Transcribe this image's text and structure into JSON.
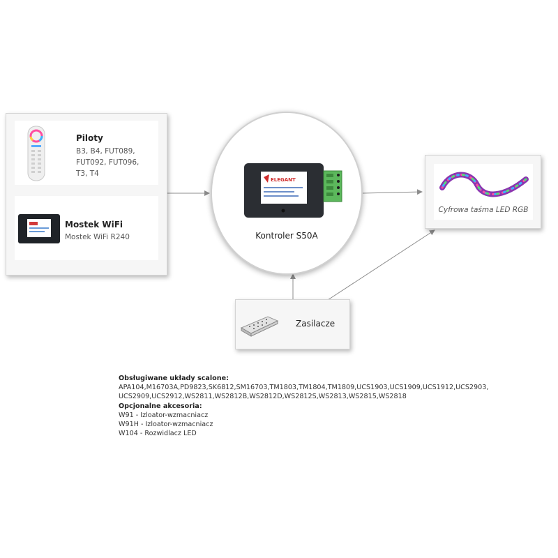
{
  "remotes": {
    "title": "Piloty",
    "models": [
      "B3, B4, FUT089,",
      "FUT092, FUT096,",
      "T3, T4"
    ]
  },
  "wifi_bridge": {
    "title": "Mostek WiFi",
    "model": "Mostek WiFi R240"
  },
  "controller": {
    "label": "Kontroler S50A",
    "brand": "ELEGANT"
  },
  "led_strip": {
    "label": "Cyfrowa taśma LED RGB"
  },
  "power_supply": {
    "label": "Zasilacze"
  },
  "info": {
    "chips_heading": "Obsługiwane układy scalone:",
    "chips_lines": [
      "APA104,M16703A,PD9823,SK6812,SM16703,TM1803,TM1804,TM1809,UCS1903,UCS1909,UCS1912,UCS2903,",
      "UCS2909,UCS2912,WS2811,WS2812B,WS2812D,WS2812S,WS2813,WS2815,WS2818"
    ],
    "accessories_heading": "Opcjonalne akcesoria:",
    "accessories": [
      "W91 - Izloator-wzmacniacz",
      "W91H - Izloator-wzmacniacz",
      "W104 - Rozwidlacz LED"
    ]
  },
  "colors": {
    "panel_border": "#d4d4d4",
    "arrow": "#8c8c8c",
    "terminal_green": "#5cb85c",
    "controller_body": "#2b2e33"
  }
}
